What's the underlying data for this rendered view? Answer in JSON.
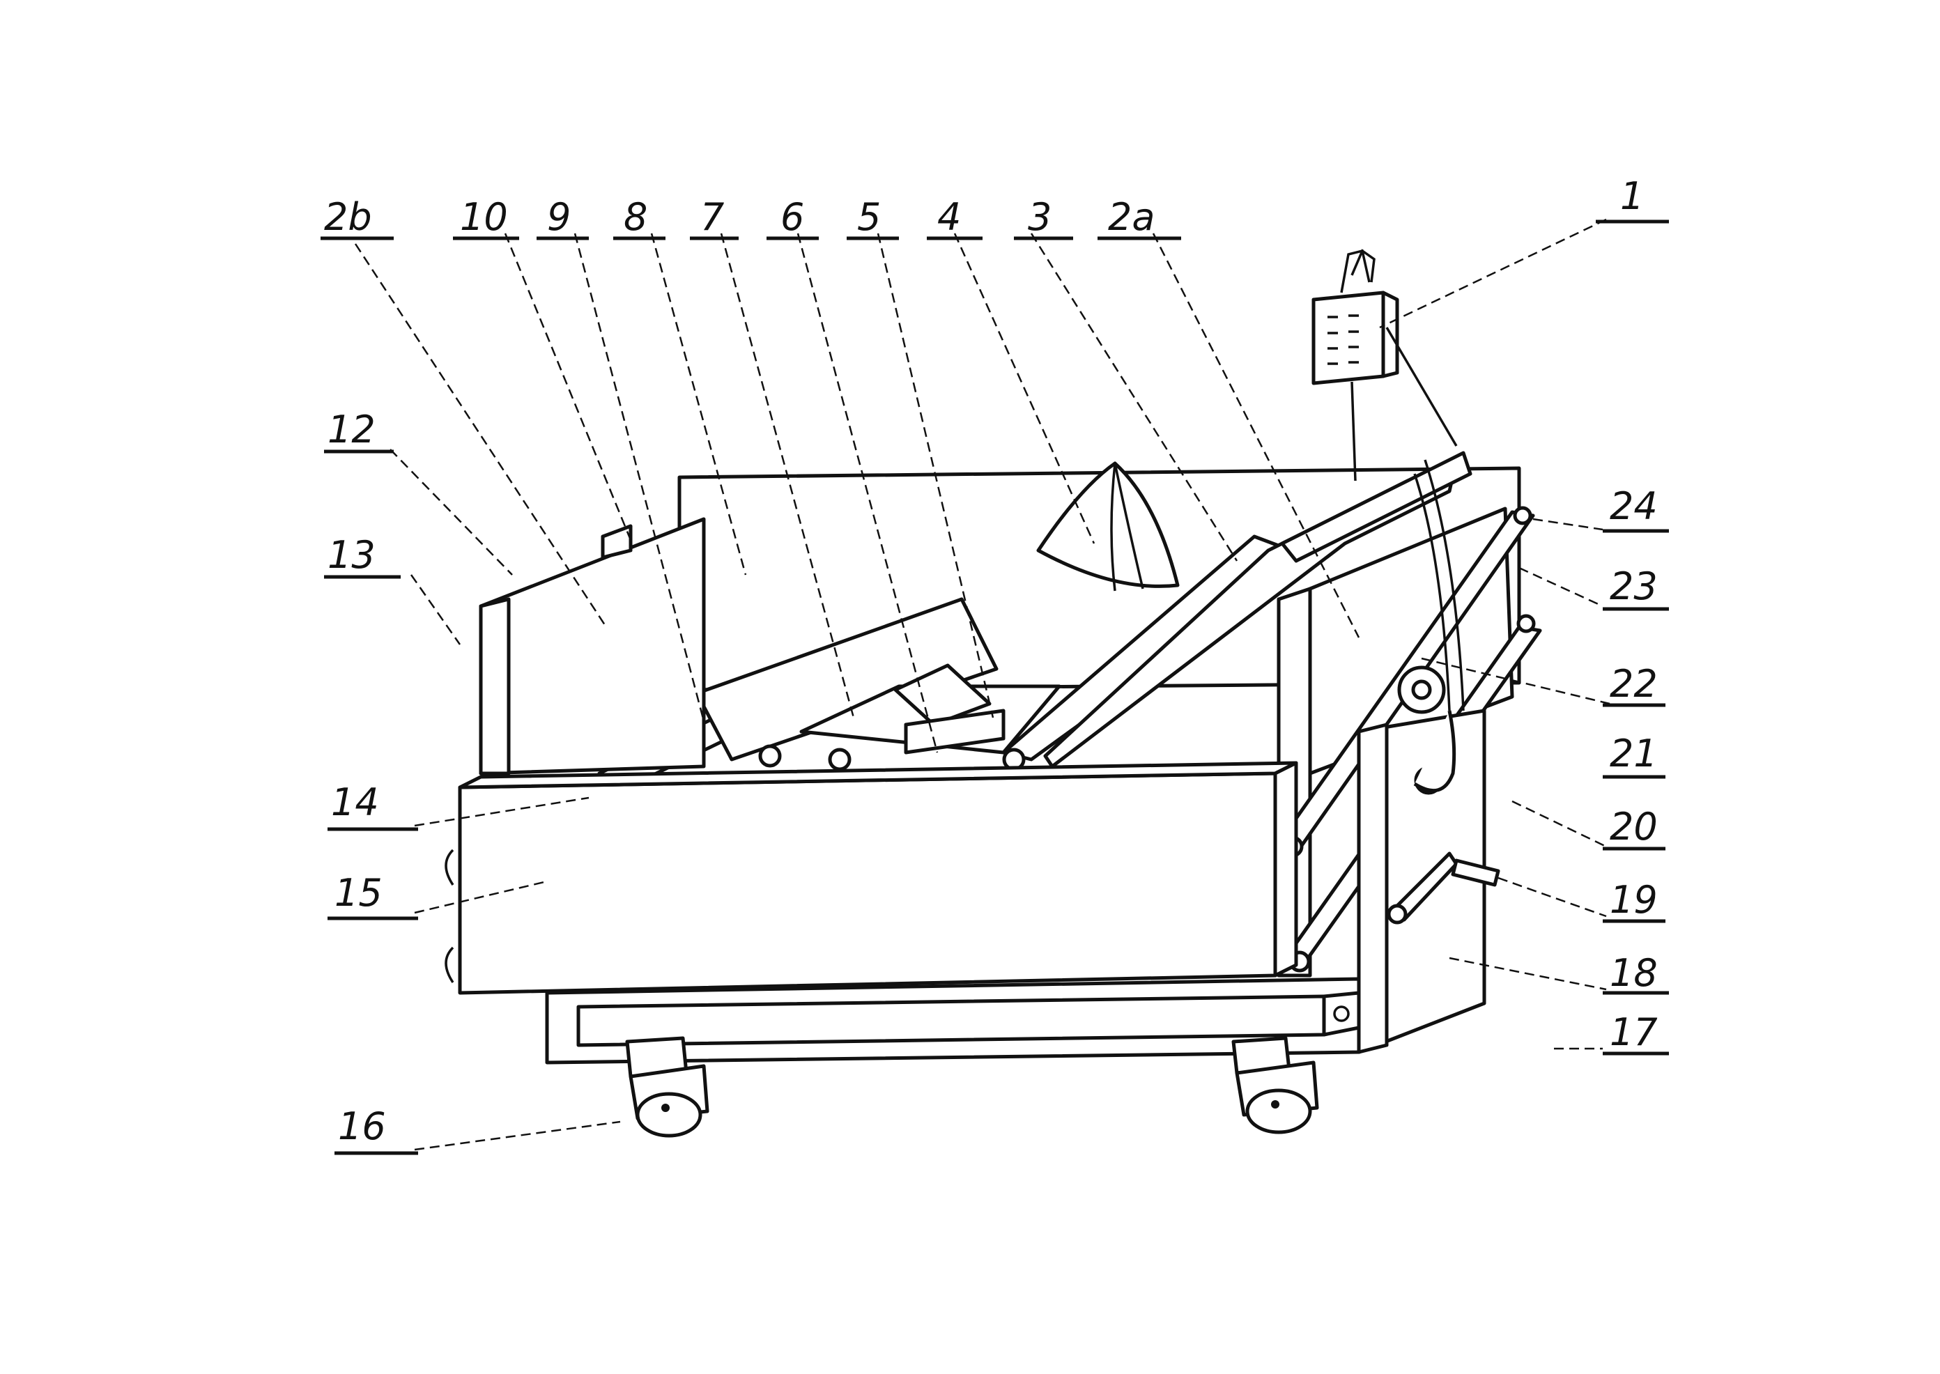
{
  "figure": {
    "labels": {
      "l2b": "2b",
      "l10": "10",
      "l9": "9",
      "l8": "8",
      "l7": "7",
      "l6": "6",
      "l5": "5",
      "l4": "4",
      "l3": "3",
      "l2a": "2a",
      "l1": "1",
      "l12": "12",
      "l13": "13",
      "l14": "14",
      "l15": "15",
      "l16": "16",
      "l17": "17",
      "l18": "18",
      "l19": "19",
      "l20": "20",
      "l21": "21",
      "l22": "22",
      "l23": "23",
      "l24": "24"
    }
  },
  "colors": {
    "ink": "#111111",
    "paper": "#ffffff"
  }
}
